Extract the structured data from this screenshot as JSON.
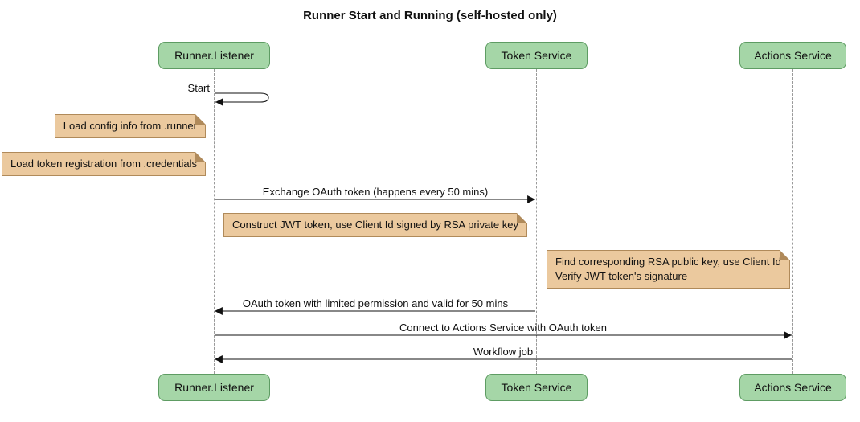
{
  "diagram": {
    "title": "Runner Start and Running (self-hosted only)",
    "type": "sequence-diagram"
  },
  "participants": [
    {
      "label": "Runner.Listener"
    },
    {
      "label": "Token Service"
    },
    {
      "label": "Actions Service"
    }
  ],
  "messages": [
    {
      "label": "Start",
      "from": "Runner.Listener",
      "to": "Runner.Listener",
      "kind": "self"
    },
    {
      "label": "Exchange OAuth token (happens every 50 mins)",
      "from": "Runner.Listener",
      "to": "Token Service",
      "kind": "solid-arrow"
    },
    {
      "label": "OAuth token with limited permission and valid for 50 mins",
      "from": "Token Service",
      "to": "Runner.Listener",
      "kind": "solid-arrow"
    },
    {
      "label": "Connect to Actions Service with OAuth token",
      "from": "Runner.Listener",
      "to": "Actions Service",
      "kind": "solid-arrow"
    },
    {
      "label": "Workflow job",
      "from": "Actions Service",
      "to": "Runner.Listener",
      "kind": "solid-arrow"
    }
  ],
  "notes": [
    {
      "text": "Load config info from .runner",
      "anchor": "left of Runner.Listener"
    },
    {
      "text": "Load token registration from .credentials",
      "anchor": "left of Runner.Listener"
    },
    {
      "text": "Construct JWT token, use Client Id signed by RSA private key",
      "anchor": "right of Runner.Listener"
    },
    {
      "text": "Find corresponding RSA public key, use Client Id\nVerify JWT token's signature",
      "anchor": "left of Actions Service"
    }
  ],
  "colors": {
    "participant_fill": "#A5D6A7",
    "participant_border": "#5E9C63",
    "note_fill": "#EBC99E",
    "note_border": "#B08A5A",
    "lifeline": "#9a9a9a",
    "arrow": "#111111",
    "text": "#111111",
    "background": "#ffffff"
  }
}
